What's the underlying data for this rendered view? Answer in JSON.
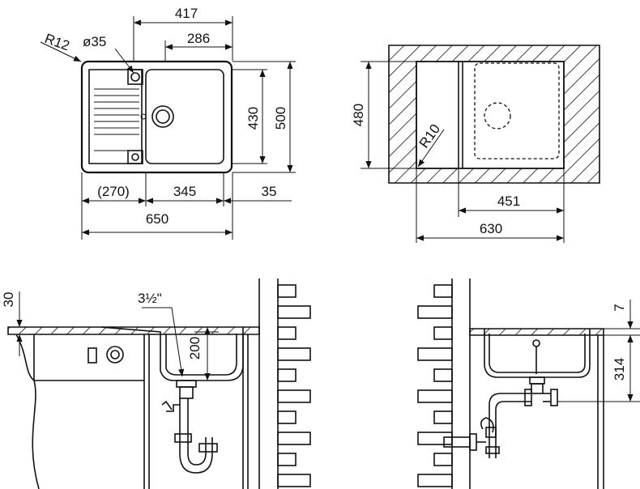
{
  "top_view": {
    "dims": {
      "overall_width": "417",
      "bowl_width": "286",
      "radius": "R12",
      "hole_dia": "ø35",
      "bowl_depth": "430",
      "overall_depth": "500",
      "drainer": "(270)",
      "bowl_length": "345",
      "edge": "35",
      "cabinet_width": "650"
    }
  },
  "cutout_view": {
    "dims": {
      "height": "480",
      "radius": "R10",
      "inner_width": "451",
      "outer_width": "630"
    }
  },
  "side_view": {
    "dims": {
      "top_thickness": "30",
      "drain_size": "3½\"",
      "bowl_depth": "200"
    }
  },
  "front_view": {
    "dims": {
      "rim": "7",
      "height": "314"
    }
  },
  "colors": {
    "line": "#111111",
    "background": "#ffffff"
  }
}
